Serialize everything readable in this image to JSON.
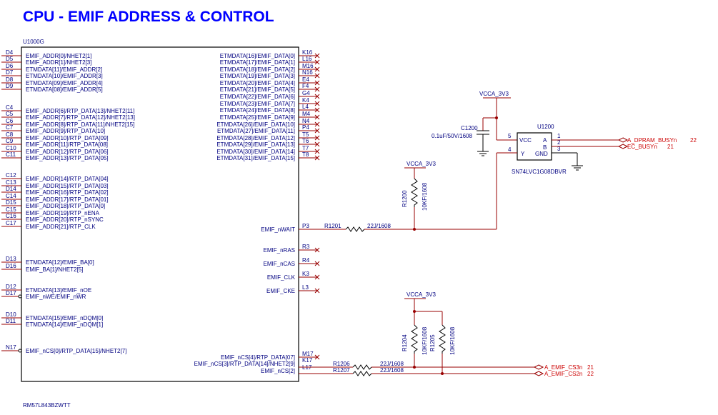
{
  "title": "CPU - EMIF ADDRESS & CONTROL",
  "cpu": {
    "refdes": "U1000G",
    "part": "RM57L843BZWTT",
    "left_pins": [
      {
        "pin": "D4",
        "label": "EMIF_ADDR[0]/NHET2[1]"
      },
      {
        "pin": "D5",
        "label": "EMIF_ADDR[1]/NHET2[3]"
      },
      {
        "pin": "D6",
        "label": "ETMDATA[11]/EMIF_ADDR[2]"
      },
      {
        "pin": "D7",
        "label": "ETMDATA[10]/EMIF_ADDR[3]"
      },
      {
        "pin": "D8",
        "label": "ETMDATA[09]/EMIF_ADDR[4]"
      },
      {
        "pin": "D9",
        "label": "ETMDATA[08]/EMIF_ADDR[5]"
      },
      {
        "pin": "C4",
        "label": "EMIF_ADDR[6]/RTP_DATA[13]/NHET2[11]"
      },
      {
        "pin": "C5",
        "label": "EMIF_ADDR[7]/RTP_DATA[12]/NHET2[13]"
      },
      {
        "pin": "C6",
        "label": "EMIF_ADDR[8]/RTP_DATA[11]/NHET2[15]"
      },
      {
        "pin": "C7",
        "label": "EMIF_ADDR[9]/RTP_DATA[10]"
      },
      {
        "pin": "C8",
        "label": "EMIF_ADDR[10]/RTP_DATA[09]"
      },
      {
        "pin": "C9",
        "label": "EMIF_ADDR[11]/RTP_DATA[08]"
      },
      {
        "pin": "C10",
        "label": "EMIF_ADDR[12]/RTP_DATA[06]"
      },
      {
        "pin": "C11",
        "label": "EMIF_ADDR[13]/RTP_DATA[05]"
      },
      {
        "pin": "C12",
        "label": "EMIF_ADDR[14]/RTP_DATA[04]"
      },
      {
        "pin": "C13",
        "label": "EMIF_ADDR[15]/RTP_DATA[03]"
      },
      {
        "pin": "D14",
        "label": "EMIF_ADDR[16]/RTP_DATA[02]"
      },
      {
        "pin": "C14",
        "label": "EMIF_ADDR[17]/RTP_DATA[01]"
      },
      {
        "pin": "D15",
        "label": "EMIF_ADDR[18]/RTP_DATA[0]"
      },
      {
        "pin": "C15",
        "label": "EMIF_ADDR[19]/RTP_nENA"
      },
      {
        "pin": "C16",
        "label": "EMIF_ADDR[20]/RTP_nSYNC"
      },
      {
        "pin": "C17",
        "label": "EMIF_ADDR[21]/RTP_CLK"
      },
      {
        "pin": "D13",
        "label": "ETMDATA[12]/EMIF_BA[0]"
      },
      {
        "pin": "D16",
        "label": "EMIF_BA[1]/NHET2[5]"
      },
      {
        "pin": "D12",
        "label": "ETMDATA[13]/EMIF_nOE"
      },
      {
        "pin": "D17",
        "label": "EMIF_nWE/EMIF_nWR"
      },
      {
        "pin": "D10",
        "label": "ETMDATA[15]/EMIF_nDQM[0]"
      },
      {
        "pin": "D11",
        "label": "ETMDATA[14]/EMIF_nDQM[1]"
      },
      {
        "pin": "N17",
        "label": "EMIF_nCS[0]/RTP_DATA[15]/NHET2[7]"
      }
    ],
    "right_pins": [
      {
        "pin": "K16",
        "label": "ETMDATA[16]/EMIF_DATA[0]"
      },
      {
        "pin": "L16",
        "label": "ETMDATA[17]/EMIF_DATA[1]"
      },
      {
        "pin": "M16",
        "label": "ETMDATA[18]/EMIF_DATA[2]"
      },
      {
        "pin": "N16",
        "label": "ETMDATA[19]/EMIF_DATA[3]"
      },
      {
        "pin": "E4",
        "label": "ETMDATA[20]/EMIF_DATA[4]"
      },
      {
        "pin": "F4",
        "label": "ETMDATA[21]/EMIF_DATA[5]"
      },
      {
        "pin": "G4",
        "label": "ETMDATA[22]/EMIF_DATA[6]"
      },
      {
        "pin": "K4",
        "label": "ETMDATA[23]/EMIF_DATA[7]"
      },
      {
        "pin": "L4",
        "label": "ETMDATA[24]/EMIF_DATA[8]"
      },
      {
        "pin": "M4",
        "label": "ETMDATA[25]/EMIF_DATA[9]"
      },
      {
        "pin": "N4",
        "label": "ETMDATA[26]/EMIF_DATA[10]"
      },
      {
        "pin": "P4",
        "label": "ETMDATA[27]/EMIF_DATA[11]"
      },
      {
        "pin": "T5",
        "label": "ETMDATA[28]/EMIF_DATA[12]"
      },
      {
        "pin": "T6",
        "label": "ETMDATA[29]/EMIF_DATA[13]"
      },
      {
        "pin": "T7",
        "label": "ETMDATA[30]/EMIF_DATA[14]"
      },
      {
        "pin": "T8",
        "label": "ETMDATA[31]/EMIF_DATA[15]"
      },
      {
        "pin": "P3",
        "label": "EMIF_nWAIT"
      },
      {
        "pin": "R3",
        "label": "EMIF_nRAS"
      },
      {
        "pin": "R4",
        "label": "EMIF_nCAS"
      },
      {
        "pin": "K3",
        "label": "EMIF_CLK"
      },
      {
        "pin": "L3",
        "label": "EMIF_CKE"
      },
      {
        "pin": "M17",
        "label": "EMIF_nCS[4]/RTP_DATA[07]"
      },
      {
        "pin": "K17",
        "label": "EMIF_nCS[3]/RTP_DATA[14]/NHET2[9]"
      },
      {
        "pin": "L17",
        "label": "EMIF_nCS[2]"
      }
    ]
  },
  "buffer": {
    "refdes": "U1200",
    "part": "SN74LVC1G08DBVR",
    "pins": {
      "vcc": {
        "name": "VCC",
        "num": "5"
      },
      "y": {
        "name": "Y",
        "num": "4"
      },
      "a": {
        "name": "A",
        "num": "1"
      },
      "b": {
        "name": "B",
        "num": "2"
      },
      "gnd": {
        "name": "GND",
        "num": "3"
      }
    }
  },
  "power": {
    "rail1": "VCCA_3V3",
    "rail2": "VCCA_3V3",
    "rail3": "VCCA_3V3"
  },
  "passives": {
    "c1200": {
      "ref": "C1200",
      "value": "0.1uF/50V/1608"
    },
    "r1200": {
      "ref": "R1200",
      "value": "10KF/1608"
    },
    "r1201": {
      "ref": "R1201",
      "value": "22J/1608"
    },
    "r1204": {
      "ref": "R1204",
      "value": "10KF/1608"
    },
    "r1205": {
      "ref": "R1205",
      "value": "10KF/1608"
    },
    "r1206": {
      "ref": "R1206",
      "value": "22J/1608"
    },
    "r1207": {
      "ref": "R1207",
      "value": "22J/1608"
    }
  },
  "offpage": [
    {
      "name": "A_DPRAM_BUSYn",
      "page": "22"
    },
    {
      "name": "EC_BUSYn",
      "page": "21"
    },
    {
      "name": "A_EMIF_CS3n",
      "page": "21"
    },
    {
      "name": "A_EMIF_CS2n",
      "page": "22"
    }
  ],
  "colors": {
    "title": "#0000ff",
    "wire": "#990000",
    "label": "#000080"
  }
}
